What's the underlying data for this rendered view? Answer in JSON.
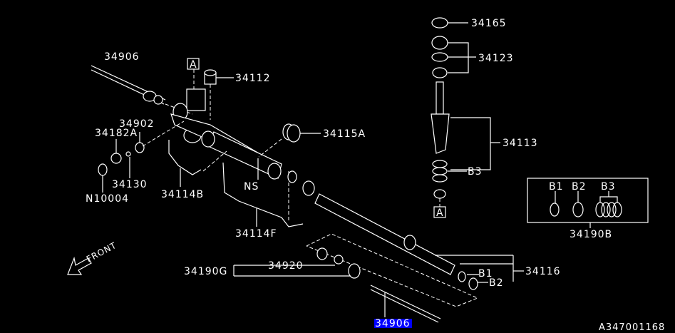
{
  "diagram": {
    "highlight_color": "#0000ff",
    "labels": {
      "p34906_top": "34906",
      "p34112": "34112",
      "p34902": "34902",
      "p34182A": "34182A",
      "p34130": "34130",
      "n10004": "N10004",
      "p34114B": "34114B",
      "ns": "NS",
      "p34115A": "34115A",
      "p34114F": "34114F",
      "p34165": "34165",
      "p34123": "34123",
      "p34113": "34113",
      "b3_left": "B3",
      "ref_a_top": "A",
      "ref_a_right": "A",
      "b1": "B1",
      "b2": "B2",
      "b3": "B3",
      "p34190B": "34190B",
      "p34116": "34116",
      "b1_bottom": "B1",
      "b2_bottom": "B2",
      "p34190G": "34190G",
      "p34920": "34920",
      "p34906_bottom": "34906",
      "front": "FRONT",
      "drawing_code": "A347001168"
    }
  }
}
